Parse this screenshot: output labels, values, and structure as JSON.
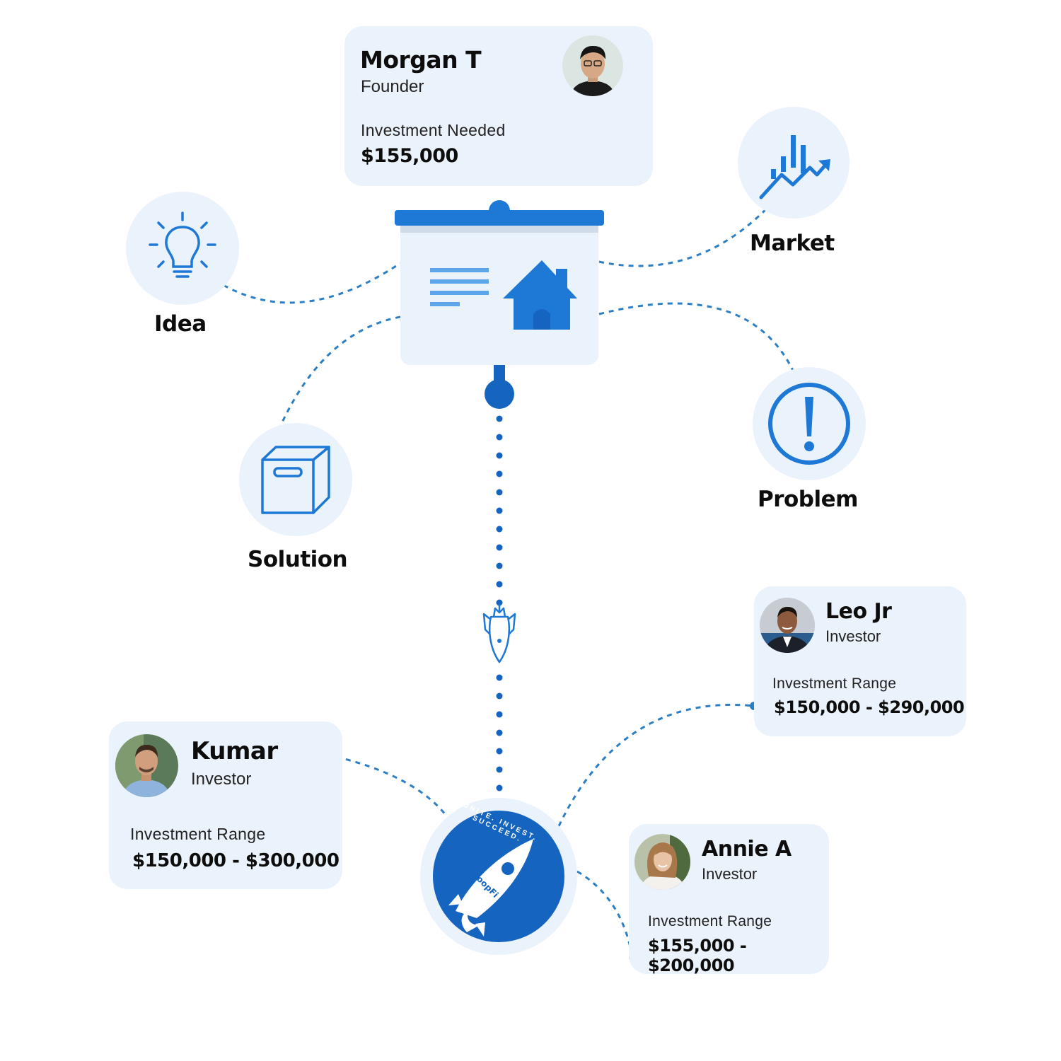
{
  "founder": {
    "name": "Morgan T",
    "role": "Founder",
    "investment_label": "Investment Needed",
    "investment_value": "$155,000"
  },
  "nodes": {
    "idea": "Idea",
    "market": "Market",
    "solution": "Solution",
    "problem": "Problem"
  },
  "investors": [
    {
      "name": "Leo Jr",
      "role": "Investor",
      "range_label": "Investment Range",
      "range_value": "$150,000 - $290,000"
    },
    {
      "name": "Kumar",
      "role": "Investor",
      "range_label": "Investment Range",
      "range_value": "$150,000 - $300,000"
    },
    {
      "name": "Annie A",
      "role": "Investor",
      "range_label": "Investment Range",
      "range_value": "$155,000 - $200,000"
    }
  ],
  "logo": {
    "brand": "LoopFi",
    "tagline": "UNITE. INVEST. SUCCEED."
  },
  "colors": {
    "accent": "#1e78d6",
    "accent_dark": "#1565c0",
    "card_bg": "#eaf2fc",
    "connector": "#2d7fc5"
  }
}
